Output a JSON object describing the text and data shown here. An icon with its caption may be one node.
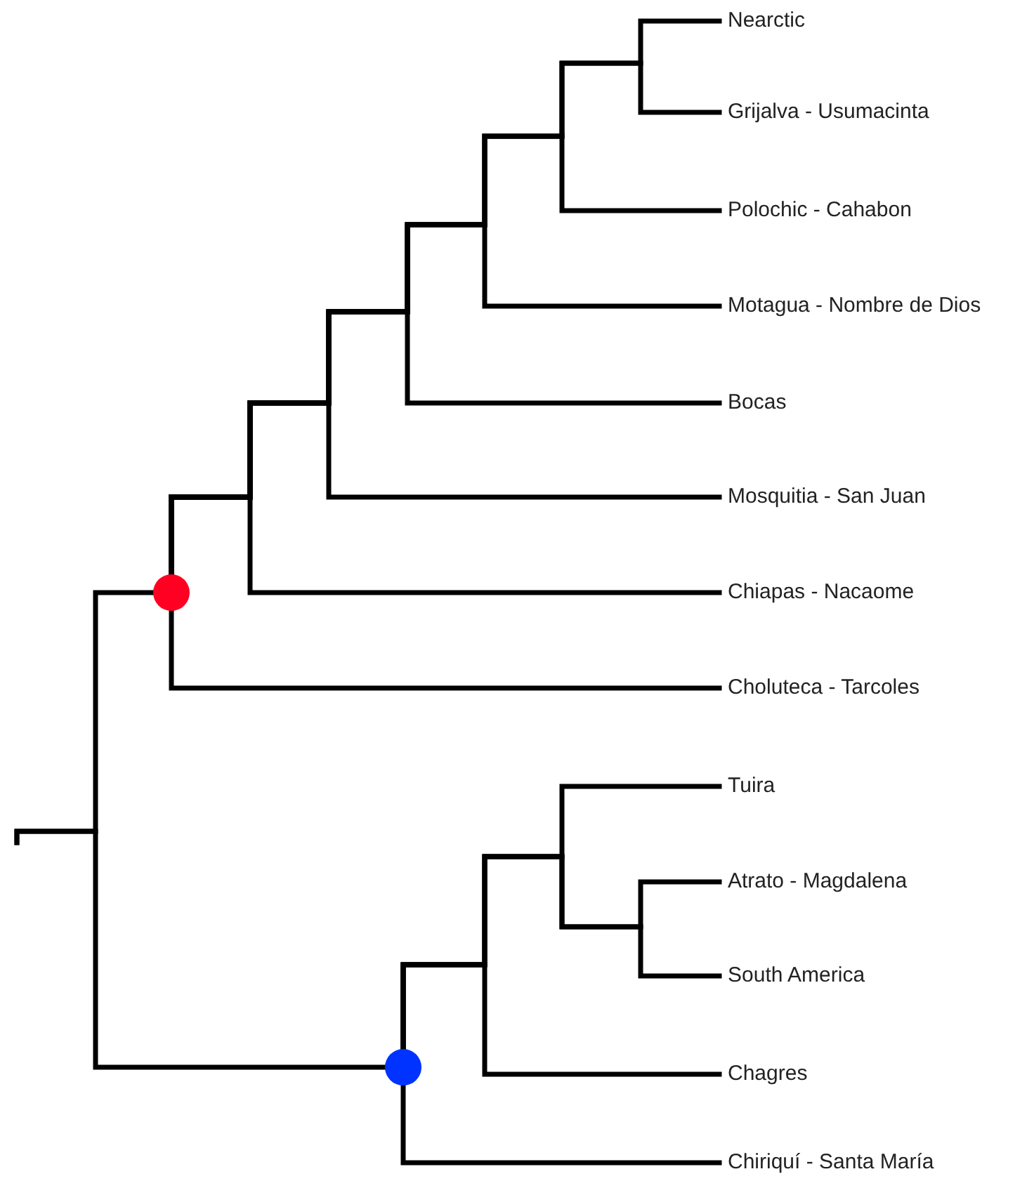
{
  "diagram": {
    "nodes": [
      {
        "text": [
          "Nearctic"
        ]
      },
      {
        "text": [
          "Grijalva - Usumacinta"
        ]
      },
      {
        "text": [
          "Polochic - Cahabon"
        ]
      },
      {
        "text": [
          "Motagua - Nombre de Dios"
        ]
      },
      {
        "text": [
          "Bocas"
        ]
      },
      {
        "text": [
          "Mosquitia - San Juan"
        ]
      },
      {
        "text": [
          "Chiapas - Nacaome"
        ]
      },
      {
        "text": [
          "Choluteca - Tarcoles"
        ]
      },
      {
        "text": [
          "Tuira"
        ]
      },
      {
        "text": [
          "Atrato - Magdalena"
        ]
      },
      {
        "text": [
          "South America"
        ]
      },
      {
        "text": [
          "Chagres"
        ]
      },
      {
        "text": [
          "Chiriquí - Santa María"
        ]
      },
      {
        "text": [],
        "shape": "circle"
      },
      {
        "text": [],
        "shape": "circle"
      }
    ],
    "edges": [
      {
        "from": null,
        "to": 13,
        "arrow": "none"
      },
      {
        "from": null,
        "to": 14,
        "arrow": "none"
      },
      {
        "from": 13,
        "to": 0,
        "arrow": "none"
      },
      {
        "from": 13,
        "to": 1,
        "arrow": "none"
      },
      {
        "from": 13,
        "to": 2,
        "arrow": "none"
      },
      {
        "from": 13,
        "to": 3,
        "arrow": "none"
      },
      {
        "from": 13,
        "to": 4,
        "arrow": "none"
      },
      {
        "from": 13,
        "to": 5,
        "arrow": "none"
      },
      {
        "from": 13,
        "to": 6,
        "arrow": "none"
      },
      {
        "from": 13,
        "to": 7,
        "arrow": "none"
      },
      {
        "from": 14,
        "to": 8,
        "arrow": "none"
      },
      {
        "from": 14,
        "to": 9,
        "arrow": "none"
      },
      {
        "from": 14,
        "to": 10,
        "arrow": "none"
      },
      {
        "from": 14,
        "to": 11,
        "arrow": "none"
      },
      {
        "from": 14,
        "to": 12,
        "arrow": "none"
      }
    ]
  }
}
